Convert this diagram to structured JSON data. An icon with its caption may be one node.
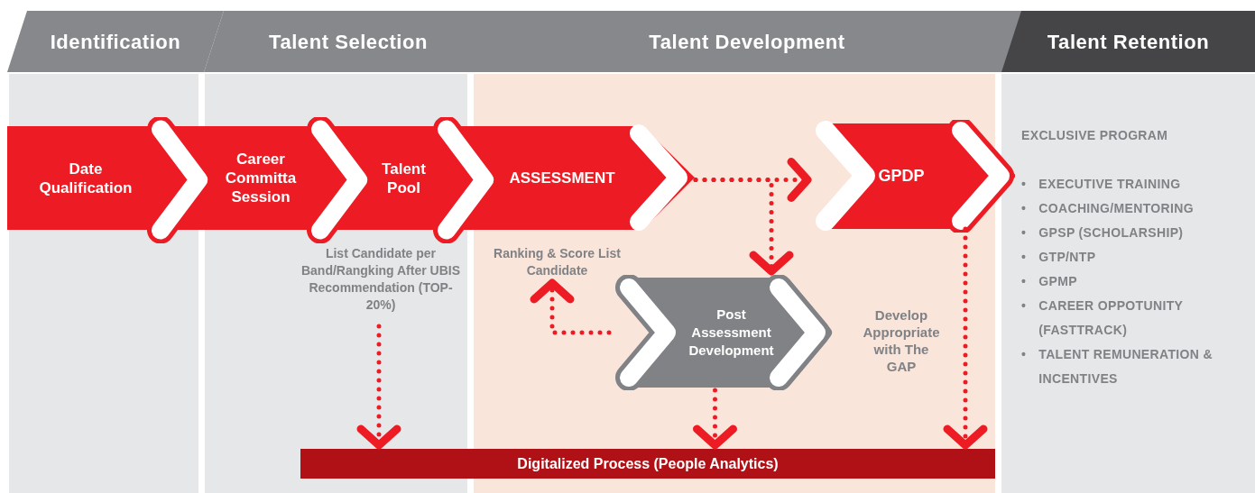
{
  "diagram": {
    "nodes": [
      {
        "text": [
          "Identification"
        ]
      },
      {
        "text": [
          "Talent Selection"
        ]
      },
      {
        "text": [
          "Talent Development"
        ]
      },
      {
        "text": [
          "Talent Retention"
        ]
      },
      {
        "text": [
          "Date Qualification"
        ]
      },
      {
        "text": [
          "Career Committa Session"
        ]
      },
      {
        "text": [
          "Talent Pool"
        ]
      },
      {
        "text": [
          "ASSESSMENT"
        ]
      },
      {
        "text": [
          "GPDP"
        ]
      },
      {
        "text": [
          "Post Assessment Development"
        ]
      },
      {
        "text": [
          "Digitalized Process (People Analytics)"
        ]
      },
      {
        "text": [
          "Ranking & Score List Candidate"
        ]
      },
      {
        "text": [
          "List Candidate per Band/Rangking After UBIS Recommendation (TOP-20%)"
        ]
      }
    ],
    "edges": [
      {
        "from": 4,
        "to": 5,
        "arrow": "to"
      },
      {
        "from": 5,
        "to": 6,
        "arrow": "to"
      },
      {
        "from": 6,
        "to": 7,
        "arrow": "to"
      },
      {
        "from": 7,
        "to": 8,
        "arrow": "to",
        "style": "dashed"
      },
      {
        "from": 7,
        "to": 9,
        "arrow": "to",
        "style": "dashed"
      },
      {
        "from": 9,
        "to": 11,
        "arrow": "to",
        "style": "dashed"
      },
      {
        "from": 9,
        "to": 10,
        "arrow": "to",
        "style": "dashed"
      },
      {
        "from": 8,
        "to": 10,
        "arrow": "to",
        "style": "dashed"
      },
      {
        "from": 12,
        "to": 10,
        "arrow": "to",
        "style": "dashed"
      }
    ],
    "labels": [
      "Develop Appropriate with The GAP",
      "EXCLUSIVE PROGRAM",
      "•",
      "EXECUTIVE TRAINING",
      "•",
      "COACHING/MENTORING",
      "•",
      "GPSP (SCHOLARSHIP)",
      "•",
      "GTP/NTP",
      "•",
      "GPMP",
      "•",
      "CAREER OPPOTUNITY (FASTTRACK)",
      "•",
      "TALENT REMUNERATION & INCENTIVES"
    ]
  }
}
